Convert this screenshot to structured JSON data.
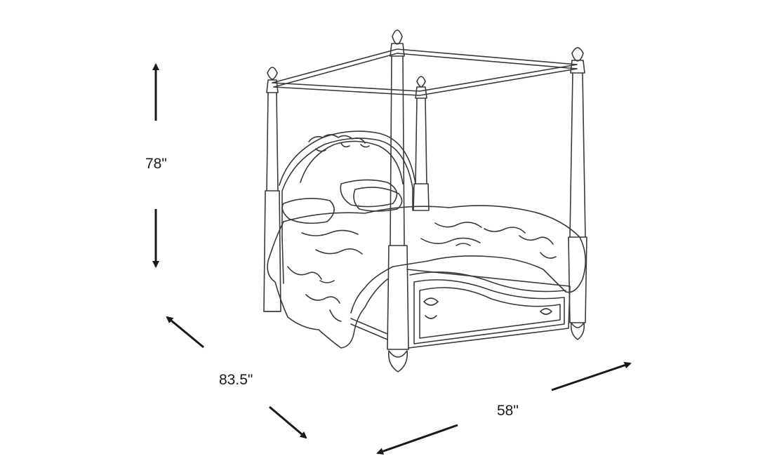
{
  "dimensions": {
    "height": "78\"",
    "depth": "83.5\"",
    "width": "58\""
  },
  "colors": {
    "line": "#1a1a1a",
    "sketch": "#3a3a3a",
    "background": "#ffffff"
  },
  "subject": "canopy-bed-line-drawing"
}
